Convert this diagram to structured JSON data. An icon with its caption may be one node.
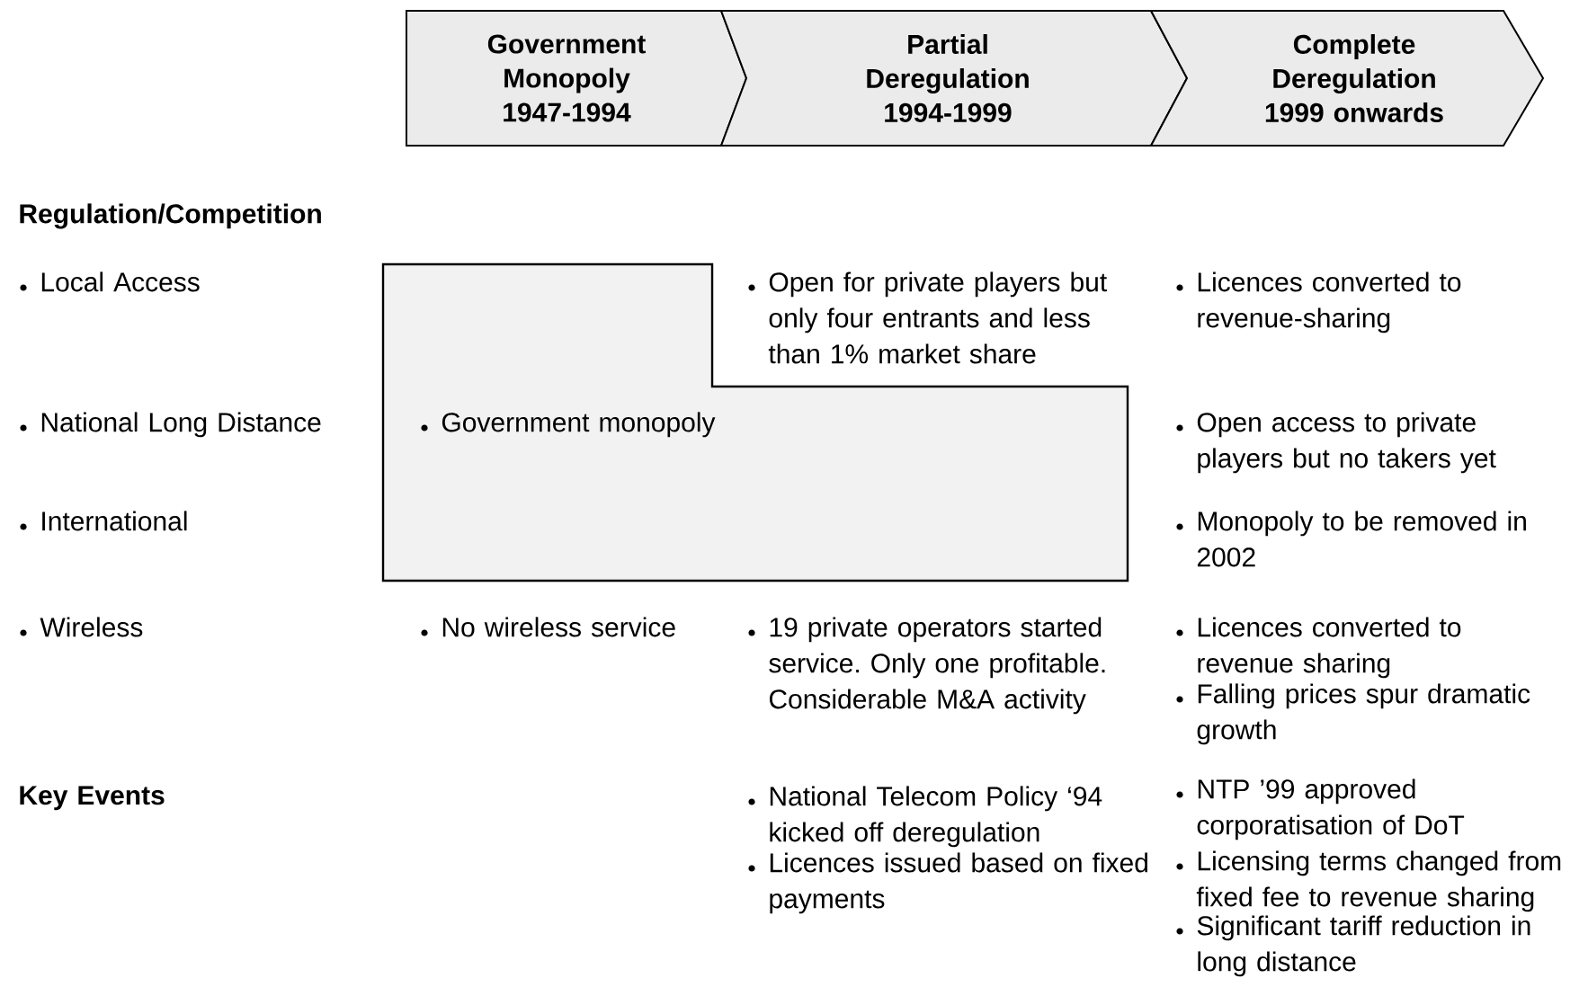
{
  "diagram": {
    "nodes": [
      {
        "text": [
          "Government Monopoly",
          "1947-1994"
        ]
      },
      {
        "text": [
          "Partial Deregulation",
          "1994-1999"
        ]
      },
      {
        "text": [
          "Complete Deregulation",
          "1999 onwards"
        ]
      },
      {
        "text": [
          "Government monopoly"
        ]
      }
    ],
    "labels": [
      "Regulation/Competition",
      "Local Access",
      "Open for private players but only four entrants and less than 1% market share",
      "Licences converted to revenue-sharing",
      "National Long Distance",
      "Open access to private players but no takers yet",
      "International",
      "Monopoly to be removed in 2002",
      "Wireless",
      "No wireless service",
      "19 private operators started service. Only one profitable. Considerable M&A activity",
      "Licences converted to revenue sharing",
      "Falling prices spur dramatic growth",
      "Key Events",
      "National Telecom Policy ‘94 kicked off deregulation",
      "Licences issued based on fixed payments",
      "NTP ’99 approved corporatisation of DoT",
      "Licensing terms changed from fixed fee to revenue sharing",
      "Significant tariff reduction in long distance"
    ]
  }
}
